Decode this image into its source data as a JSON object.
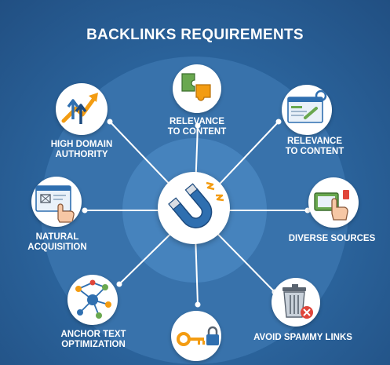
{
  "title": "BACKLINKS REQUIREMENTS",
  "center": {
    "icon": "magnet-icon"
  },
  "nodes": [
    {
      "label": "RELEVANCE\nTO CONTENT",
      "icon": "puzzle-icon"
    },
    {
      "label": "RELEVANCE\nTO CONTENT",
      "icon": "web-link-icon"
    },
    {
      "label": "DIVERSE SOURCES",
      "icon": "hand-click-icon"
    },
    {
      "label": "AVOID SPAMMY LINKS",
      "icon": "trash-can-icon"
    },
    {
      "label": "",
      "icon": "key-lock-icon"
    },
    {
      "label": "ANCHOR TEXT\nOPTIMIZATION",
      "icon": "network-icon"
    },
    {
      "label": "NATURAL\nACQUISITION",
      "icon": "browser-click-icon"
    },
    {
      "label": "HIGH DOMAIN\nAUTHORITY",
      "icon": "growth-arrows-icon"
    }
  ],
  "colors": {
    "background": "#25598f",
    "ring_outer": "#3a76b0",
    "ring_inner": "#4a87c0",
    "text": "#ffffff",
    "magnet_blue": "#2f6fb0",
    "accent_orange": "#f39c12",
    "accent_green": "#6aa84f",
    "alert_red": "#e0453a"
  }
}
